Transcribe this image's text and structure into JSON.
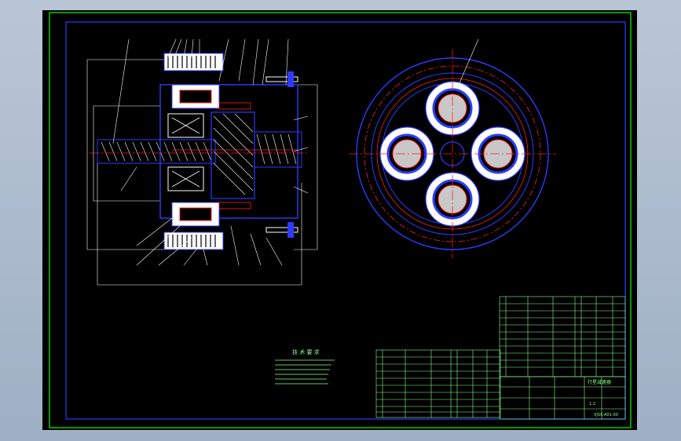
{
  "viewport": {
    "background": "#000000"
  },
  "colors": {
    "frame": "#00ff00",
    "outline": "#2c3cff",
    "hatch": "#ffffff",
    "centerline": "#ff2020",
    "dimension": "#ffffff",
    "text": "#8dff8d"
  },
  "notes": {
    "heading": "技 术 要 求"
  },
  "title_block": {
    "drawing_title": "行星减速器",
    "drawing_number": "XJSS-A01-00",
    "scale": "1:2"
  }
}
